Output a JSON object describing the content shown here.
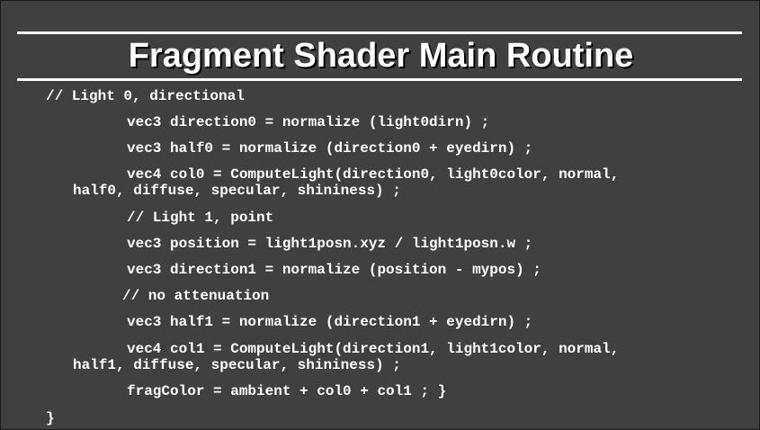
{
  "title": "Fragment Shader Main Routine",
  "code": {
    "line1": "// Light 0, directional",
    "line2": "vec3 direction0 = normalize (light0dirn) ;",
    "line3": "vec3 half0 = normalize (direction0 + eyedirn) ;",
    "line4a": "vec4 col0 = ComputeLight(direction0, light0color, normal,",
    "line4b": "half0, diffuse, specular, shininess) ;",
    "line5": "// Light 1, point",
    "line6": "vec3 position = light1posn.xyz / light1posn.w ;",
    "line7": "vec3 direction1 = normalize (position - mypos) ;",
    "line8": "// no attenuation",
    "line9": "vec3 half1 = normalize (direction1 + eyedirn) ;",
    "line10a": "vec4 col1 = ComputeLight(direction1, light1color, normal,",
    "line10b": "half1, diffuse, specular, shininess) ;",
    "line11": "fragColor = ambient + col0 + col1 ; }",
    "line12": "}"
  }
}
